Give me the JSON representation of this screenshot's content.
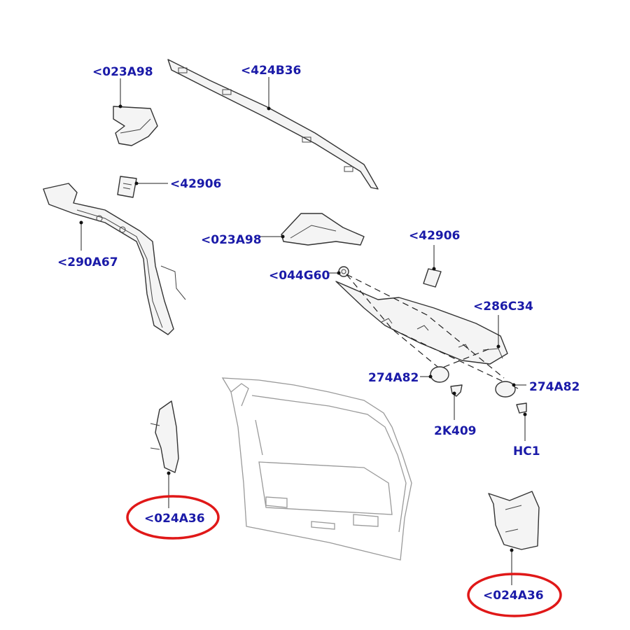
{
  "labels": {
    "l_023A98_top": "<023A98",
    "l_424B36": "<424B36",
    "l_42906_top": "<42906",
    "l_290A67": "<290A67",
    "l_023A98_mid": "<023A98",
    "l_42906_right": "<42906",
    "l_044G60": "<044G60",
    "l_286C34": "<286C34",
    "l_274A82_left": "274A82",
    "l_274A82_right": "274A82",
    "l_2K409": "2K409",
    "l_HC1": "HC1",
    "l_024A36_left": "<024A36",
    "l_024A36_right": "<024A36"
  },
  "colors": {
    "label": "#1a1aa8",
    "highlight_circle": "#e01818"
  }
}
